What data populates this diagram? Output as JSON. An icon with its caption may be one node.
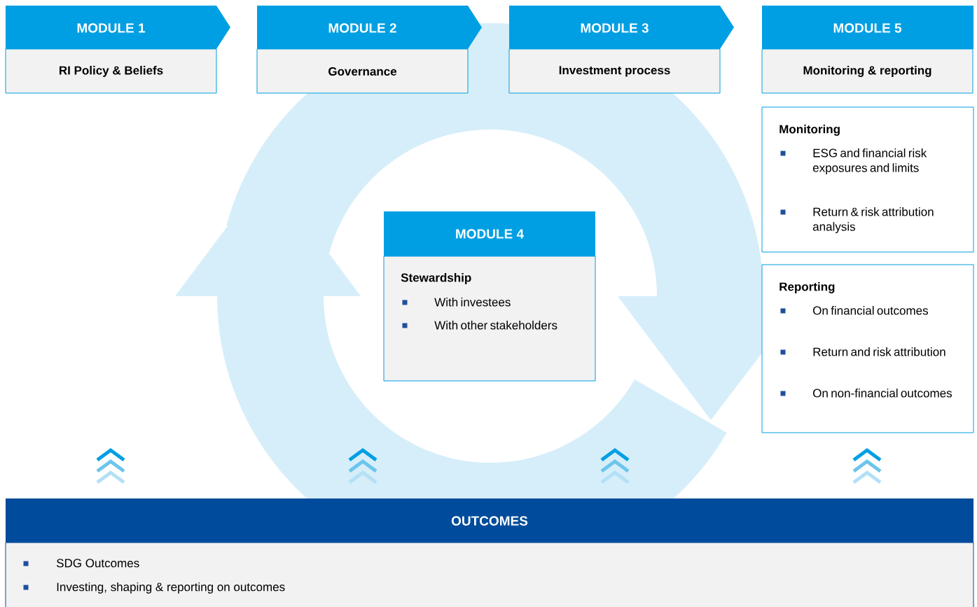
{
  "diagram": {
    "nodes": [
      {
        "text": [
          "MODULE 1",
          "RI Policy & Beliefs"
        ]
      },
      {
        "text": [
          "MODULE 2",
          "Governance"
        ]
      },
      {
        "text": [
          "MODULE 3",
          "Investment process"
        ]
      },
      {
        "text": [
          "MODULE 5",
          "Monitoring & reporting"
        ]
      },
      {
        "text": [
          "Monitoring",
          "ESG and financial risk exposures and limits",
          "Return & risk attribution analysis"
        ]
      },
      {
        "text": [
          "Reporting",
          "On financial outcomes",
          "Return and risk attribution",
          "On non-financial outcomes"
        ]
      },
      {
        "text": [
          "MODULE 4",
          "Stewardship",
          "With investees",
          "With other stakeholders"
        ]
      },
      {
        "text": [
          "OUTCOMES",
          "SDG Outcomes",
          "Investing, shaping & reporting on outcomes"
        ]
      }
    ]
  }
}
